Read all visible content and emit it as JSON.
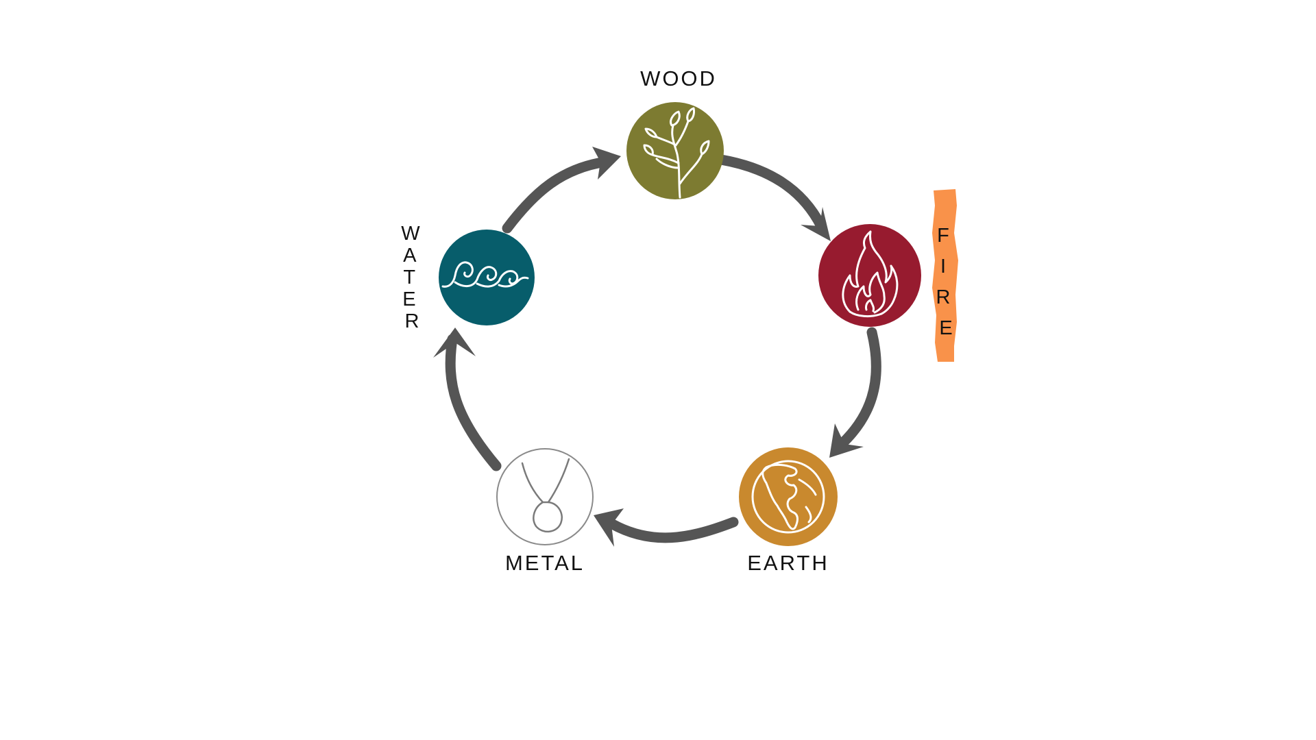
{
  "elements": {
    "wood": {
      "label": "WOOD",
      "color": "#7d7b31",
      "icon": "sprout-icon"
    },
    "fire": {
      "label": "FIRE",
      "color": "#971b2f",
      "icon": "flame-icon",
      "highlight_color": "#f9924a"
    },
    "earth": {
      "label": "EARTH",
      "color": "#c9892e",
      "icon": "globe-icon"
    },
    "metal": {
      "label": "METAL",
      "color": "#ffffff",
      "icon": "pendant-icon",
      "outline_color": "#8a8a8a"
    },
    "water": {
      "label": "WATER",
      "color": "#075d6b",
      "icon": "waves-icon"
    }
  },
  "cycle_order": [
    "wood",
    "fire",
    "earth",
    "metal",
    "water"
  ],
  "arrow_color": "#555555"
}
